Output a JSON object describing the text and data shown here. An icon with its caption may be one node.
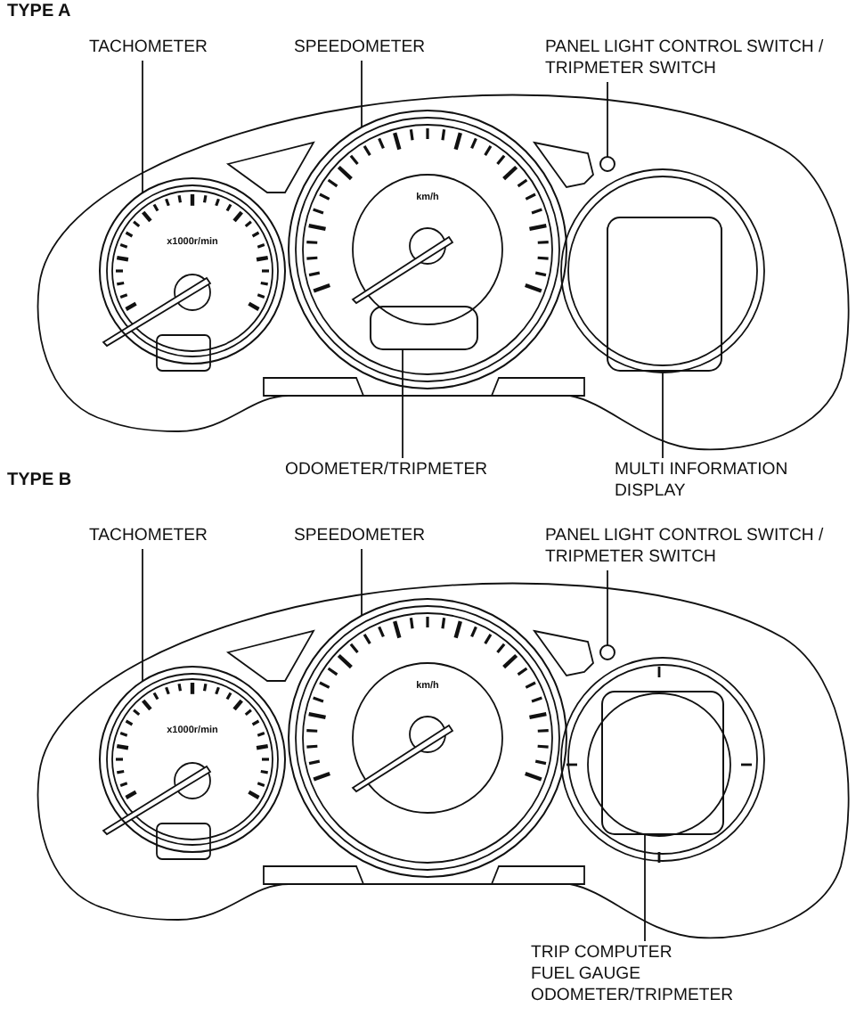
{
  "diagram": {
    "nodes": [
      {
        "text": [
          "TACHOMETER"
        ]
      },
      {
        "text": [
          "SPEEDOMETER"
        ]
      },
      {
        "text": [
          "PANEL LIGHT CONTROL SWITCH / TRIPMETER SWITCH"
        ]
      },
      {
        "text": [],
        "shape": "circle"
      },
      {
        "text": [],
        "shape": "circle"
      },
      {
        "text": [],
        "shape": "circle"
      },
      {
        "text": [],
        "shape": "box",
        "in": 4
      },
      {
        "text": [],
        "shape": "box"
      },
      {
        "text": [
          "ODOMETER/TRIPMETER"
        ]
      },
      {
        "text": [
          "MULTI INFORMATION DISPLAY"
        ]
      },
      {
        "text": [
          "TACHOMETER"
        ]
      },
      {
        "text": [
          "SPEEDOMETER"
        ]
      },
      {
        "text": [
          "PANEL LIGHT CONTROL SWITCH / TRIPMETER SWITCH"
        ]
      },
      {
        "text": [],
        "shape": "circle"
      },
      {
        "text": [],
        "shape": "circle"
      },
      {
        "text": [],
        "shape": "circle"
      },
      {
        "text": [],
        "shape": "box"
      },
      {
        "text": [
          "TRIP COMPUTER",
          "FUEL GAUGE",
          "ODOMETER/TRIPMETER"
        ]
      }
    ],
    "edges": [
      {
        "from": 0,
        "to": 3,
        "arrow": "none"
      },
      {
        "from": 1,
        "to": 4,
        "arrow": "none"
      },
      {
        "from": 2,
        "to": 5,
        "arrow": "none"
      },
      {
        "from": 8,
        "to": 6,
        "arrow": "none"
      },
      {
        "from": 9,
        "to": 7,
        "arrow": "none"
      },
      {
        "from": 10,
        "to": 13,
        "arrow": "none"
      },
      {
        "from": 11,
        "to": 14,
        "arrow": "none"
      },
      {
        "from": 12,
        "to": 15,
        "arrow": "none"
      },
      {
        "from": 17,
        "to": 16,
        "arrow": "none"
      }
    ],
    "labels": [
      "TYPE A",
      "x1000r/min",
      "km/h",
      "TYPE B",
      "x1000r/min",
      "km/h"
    ]
  }
}
